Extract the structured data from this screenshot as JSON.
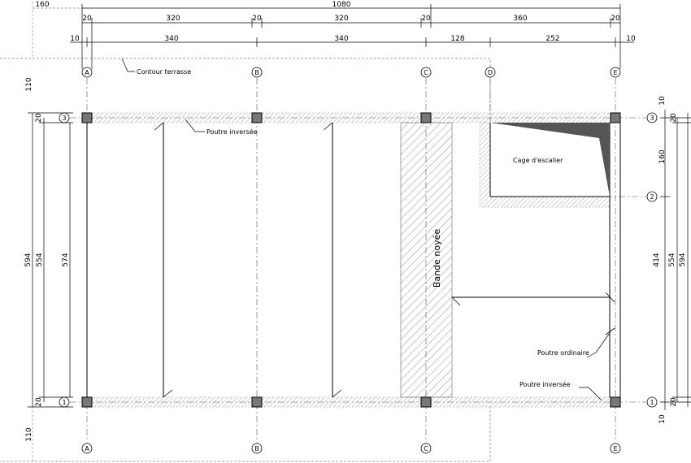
{
  "grid": {
    "columns": [
      "A",
      "B",
      "C",
      "D",
      "E"
    ],
    "rows": [
      "1",
      "2",
      "3"
    ]
  },
  "dimensions": {
    "top_overall": "1080",
    "top_offset_left": "160",
    "top_row1": [
      "20",
      "320",
      "20",
      "320",
      "20",
      "360",
      "20"
    ],
    "top_row2": [
      "10",
      "340",
      "340",
      "128",
      "252",
      "10"
    ],
    "left_inner": "574",
    "left_mid": "554",
    "left_outer": "594",
    "left_end_top": "20",
    "left_end_bottom": "20",
    "left_offset_top": "110",
    "left_offset_bottom": "110",
    "right_top_10": "10",
    "right_top_20": "20",
    "right_160": "160",
    "right_414": "414",
    "right_554": "554",
    "right_594": "594",
    "right_bot_20": "20",
    "right_bot_10": "10"
  },
  "labels": {
    "contour_terrasse": "Contour terrasse",
    "poutre_inversee_top": "Poutre inversée",
    "poutre_inversee_bottom": "Poutre inversée",
    "poutre_ordinaire": "Poutre ordinaire",
    "cage_escalier": "Cage d'escalier",
    "bande_noyee": "Bande noyée"
  }
}
